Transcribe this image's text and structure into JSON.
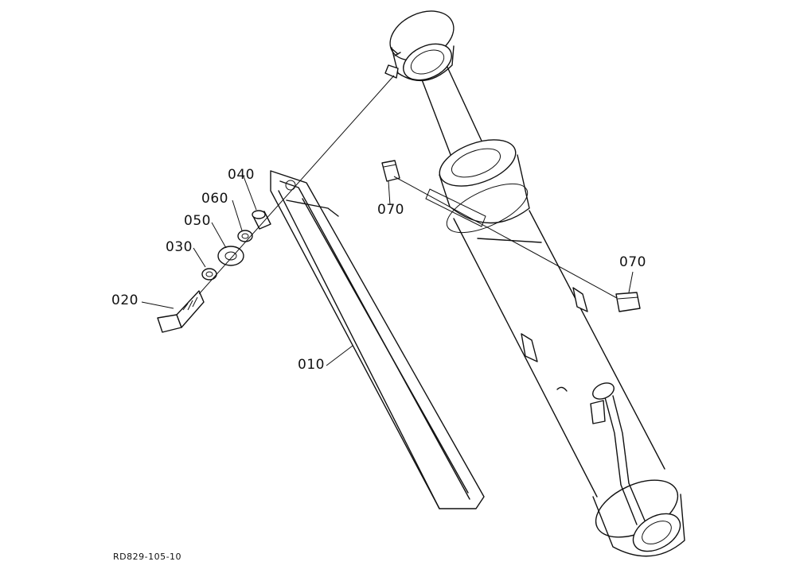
{
  "parts": [
    {
      "ref": "010",
      "label": "010"
    },
    {
      "ref": "020",
      "label": "020"
    },
    {
      "ref": "030",
      "label": "030"
    },
    {
      "ref": "040",
      "label": "040"
    },
    {
      "ref": "050",
      "label": "050"
    },
    {
      "ref": "060",
      "label": "060"
    },
    {
      "ref": "070a",
      "label": "070"
    },
    {
      "ref": "070b",
      "label": "070"
    }
  ],
  "drawing_ref": "RD829-105-10"
}
